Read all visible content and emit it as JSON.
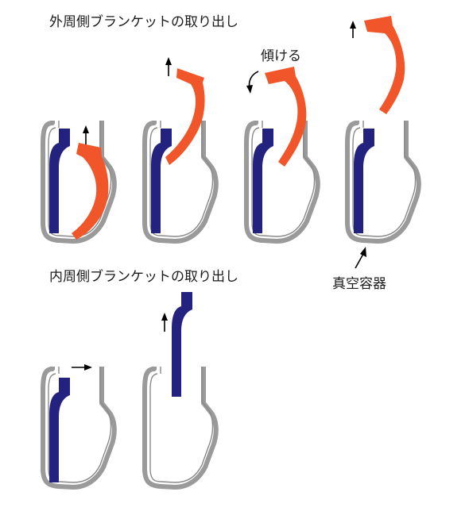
{
  "labels": {
    "outer_title": "外周側ブランケットの取り出し",
    "inner_title": "内周側ブランケットの取り出し",
    "tilt": "傾ける",
    "vacuum_vessel": "真空容器"
  },
  "colors": {
    "outer_blanket": "#f0562a",
    "inner_blanket": "#23237f",
    "vessel": "#9a9a9a",
    "arrow": "#000000"
  }
}
